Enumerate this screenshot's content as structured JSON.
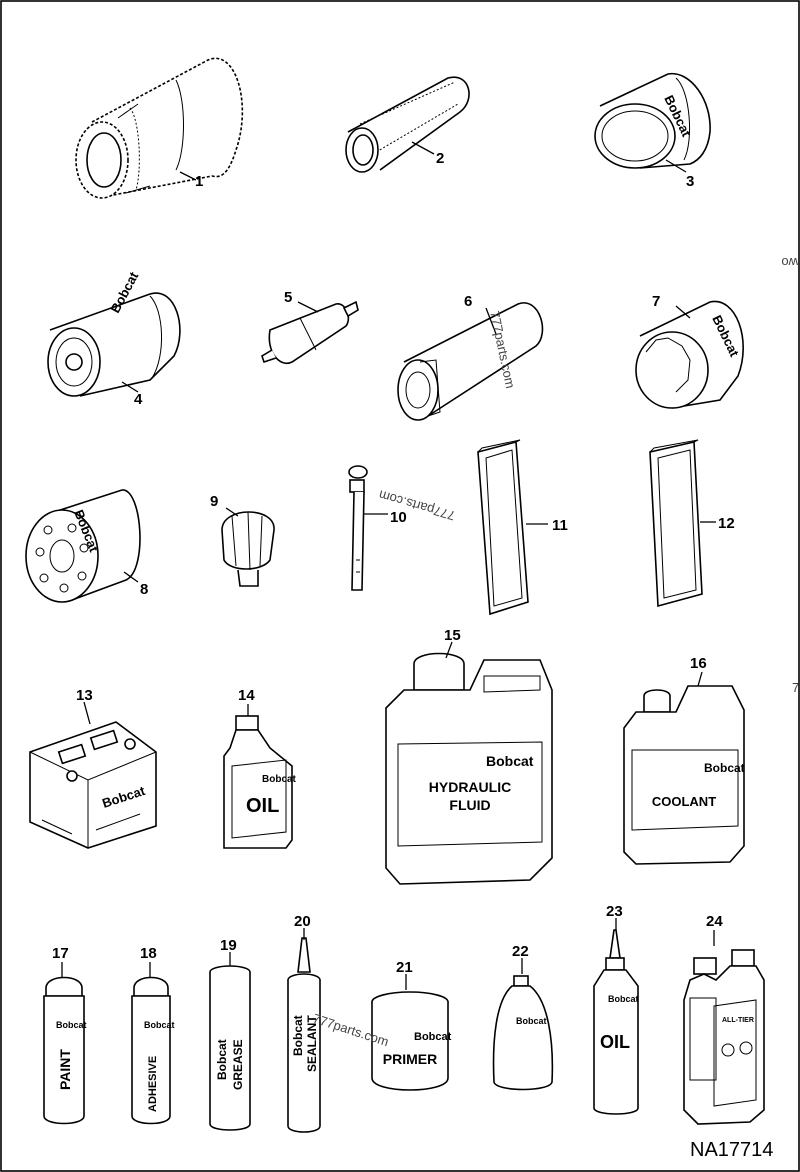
{
  "parts": [
    {
      "number": "1"
    },
    {
      "number": "2"
    },
    {
      "number": "3"
    },
    {
      "number": "4"
    },
    {
      "number": "5"
    },
    {
      "number": "6"
    },
    {
      "number": "7"
    },
    {
      "number": "8"
    },
    {
      "number": "9"
    },
    {
      "number": "10"
    },
    {
      "number": "11"
    },
    {
      "number": "12"
    },
    {
      "number": "13"
    },
    {
      "number": "14"
    },
    {
      "number": "15"
    },
    {
      "number": "16"
    },
    {
      "number": "17"
    },
    {
      "number": "18"
    },
    {
      "number": "19"
    },
    {
      "number": "20"
    },
    {
      "number": "21"
    },
    {
      "number": "22"
    },
    {
      "number": "23"
    },
    {
      "number": "24"
    }
  ],
  "brand": "Bobcat",
  "labels": {
    "oil": "OIL",
    "hydraulic_line1": "HYDRAULIC",
    "hydraulic_line2": "FLUID",
    "coolant": "COOLANT",
    "paint": "PAINT",
    "adhesive": "ADHESIVE",
    "grease": "GREASE",
    "sealant": "SEALANT",
    "primer": "PRIMER",
    "all_tier": "ALL-TIER"
  },
  "watermark": "777parts.com",
  "watermark_edge_1": "wo",
  "watermark_edge_2": "7",
  "figure_id": "NA17714"
}
